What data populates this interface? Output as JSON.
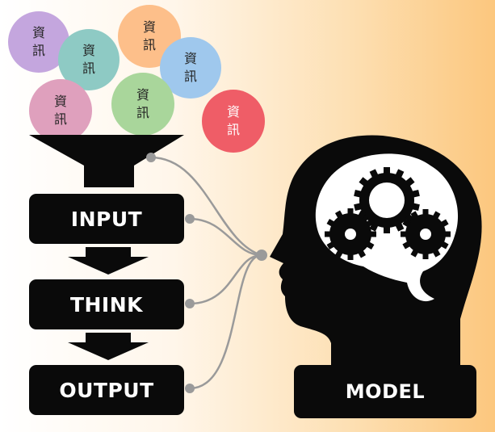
{
  "bubbles": [
    {
      "text": "資訊",
      "color": "#c4a6de",
      "light": false
    },
    {
      "text": "資訊",
      "color": "#8ecac4",
      "light": false
    },
    {
      "text": "資訊",
      "color": "#fdbf8a",
      "light": false
    },
    {
      "text": "資訊",
      "color": "#9fc8ed",
      "light": false
    },
    {
      "text": "資訊",
      "color": "#dfa0bd",
      "light": false
    },
    {
      "text": "資訊",
      "color": "#a9d69b",
      "light": false
    },
    {
      "text": "資訊",
      "color": "#ef5d67",
      "light": true
    }
  ],
  "stages": {
    "input": "INPUT",
    "think": "THINK",
    "output": "OUTPUT"
  },
  "model": {
    "label": "MODEL"
  },
  "colors": {
    "shape": "#0a0a0a",
    "connector": "#9a9a9a",
    "brain": "#ffffff"
  }
}
